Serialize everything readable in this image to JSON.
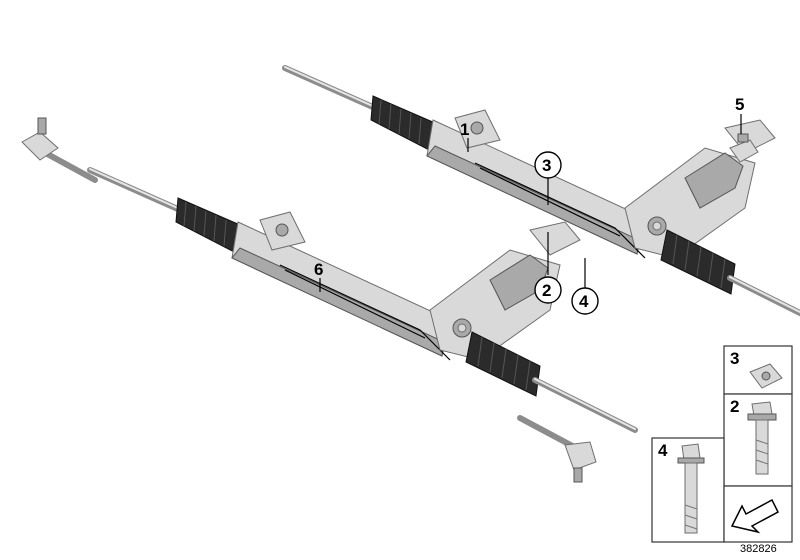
{
  "callouts": {
    "rack_upper": "1",
    "circle_3": "3",
    "circle_2": "2",
    "circle_4": "4",
    "sensor": "5",
    "rack_lower": "6"
  },
  "parts_panel": {
    "nut_label": "3",
    "screw_label": "2",
    "bolt_label": "4"
  },
  "diagram_code": "382826"
}
